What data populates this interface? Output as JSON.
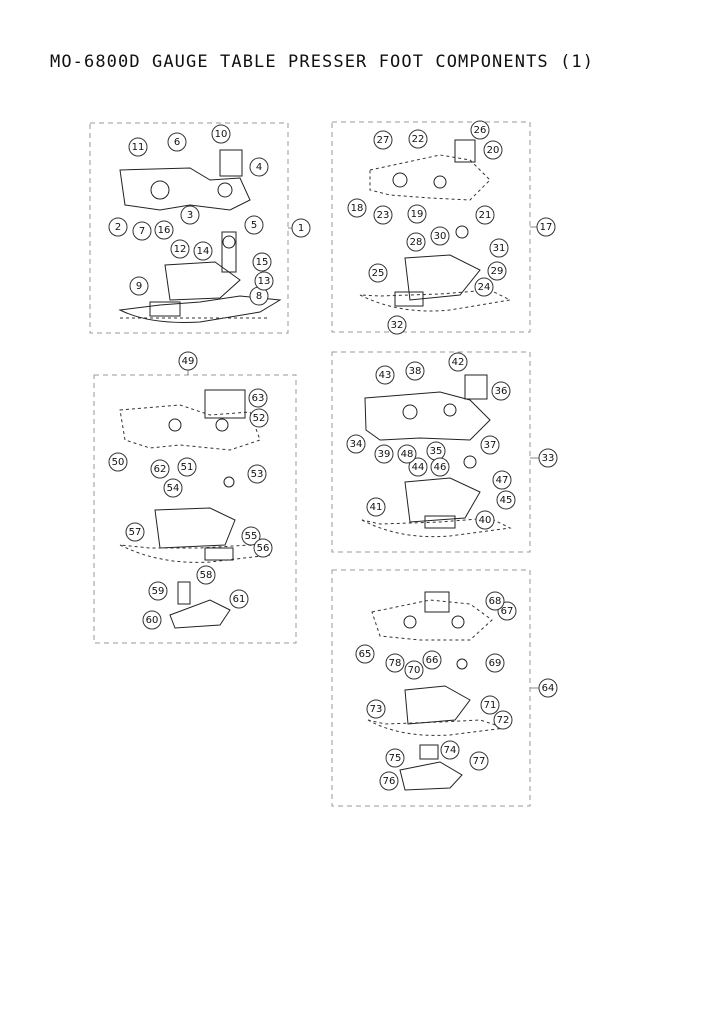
{
  "title": "MO-6800D GAUGE TABLE PRESSER FOOT COMPONENTS (1)",
  "assemblies": [
    {
      "label": "1"
    },
    {
      "label": "17"
    },
    {
      "label": "49"
    },
    {
      "label": "33"
    },
    {
      "label": "64"
    }
  ],
  "callouts": [
    "1",
    "2",
    "3",
    "4",
    "5",
    "6",
    "7",
    "8",
    "9",
    "10",
    "11",
    "12",
    "13",
    "14",
    "15",
    "16",
    "17",
    "18",
    "19",
    "20",
    "21",
    "22",
    "23",
    "24",
    "25",
    "26",
    "27",
    "28",
    "29",
    "30",
    "31",
    "32",
    "33",
    "34",
    "35",
    "36",
    "37",
    "38",
    "39",
    "40",
    "41",
    "42",
    "43",
    "44",
    "45",
    "46",
    "47",
    "48",
    "49",
    "50",
    "51",
    "52",
    "53",
    "54",
    "55",
    "56",
    "57",
    "58",
    "59",
    "60",
    "61",
    "62",
    "63",
    "64",
    "65",
    "66",
    "67",
    "68",
    "69",
    "70",
    "71",
    "72",
    "73",
    "74",
    "75",
    "76",
    "77",
    "78"
  ]
}
